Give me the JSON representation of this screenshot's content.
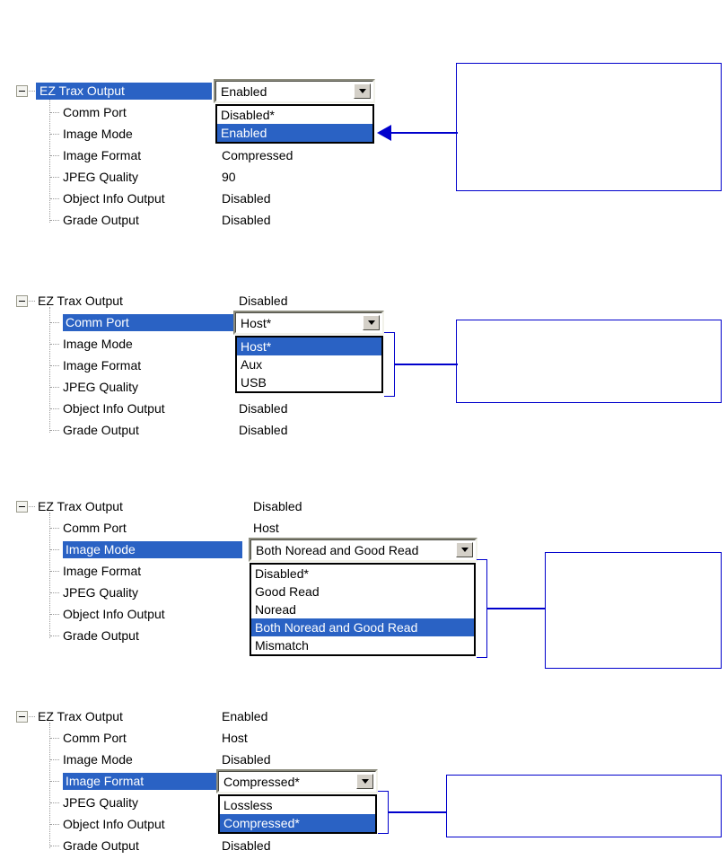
{
  "tree": {
    "root_label": "EZ Trax Output",
    "child_labels": [
      "Comm Port",
      "Image Mode",
      "Image Format",
      "JPEG Quality",
      "Object Info Output",
      "Grade Output"
    ]
  },
  "colors": {
    "selection_blue": "#2a62c4",
    "callout_blue": "#0000cc",
    "combo_face": "#d4d0c8",
    "background": "#ffffff"
  },
  "sections": [
    {
      "id": "ez-trax-output",
      "selected_row": "EZ Trax Output",
      "combo": {
        "value": "Enabled",
        "options": [
          "Disabled*",
          "Enabled"
        ],
        "selected_option": "Enabled"
      },
      "values": {
        "EZ Trax Output": "",
        "Comm Port": "",
        "Image Mode": "",
        "Image Format": "Compressed",
        "JPEG Quality": "90",
        "Object Info Output": "Disabled",
        "Grade Output": "Disabled"
      },
      "callout_text": ""
    },
    {
      "id": "comm-port",
      "selected_row": "Comm Port",
      "combo": {
        "value": "Host*",
        "options": [
          "Host*",
          "Aux",
          "USB"
        ],
        "selected_option": "Host*"
      },
      "values": {
        "EZ Trax Output": "Disabled",
        "Comm Port": "",
        "Image Mode": "",
        "Image Format": "",
        "JPEG Quality": "",
        "Object Info Output": "Disabled",
        "Grade Output": "Disabled"
      },
      "callout_text": ""
    },
    {
      "id": "image-mode",
      "selected_row": "Image Mode",
      "combo": {
        "value": "Both Noread and Good Read",
        "options": [
          "Disabled*",
          "Good Read",
          "Noread",
          "Both Noread and Good Read",
          "Mismatch"
        ],
        "selected_option": "Both Noread and Good Read"
      },
      "values": {
        "EZ Trax Output": "Disabled",
        "Comm Port": "Host",
        "Image Mode": "",
        "Image Format": "",
        "JPEG Quality": "",
        "Object Info Output": "",
        "Grade Output": ""
      },
      "callout_text": ""
    },
    {
      "id": "image-format",
      "selected_row": "Image Format",
      "combo": {
        "value": "Compressed*",
        "options": [
          "Lossless",
          "Compressed*"
        ],
        "selected_option": "Compressed*"
      },
      "values": {
        "EZ Trax Output": "Enabled",
        "Comm Port": "Host",
        "Image Mode": "Disabled",
        "Image Format": "",
        "JPEG Quality": "",
        "Object Info Output": "",
        "Grade Output": "Disabled"
      },
      "callout_text": ""
    }
  ]
}
